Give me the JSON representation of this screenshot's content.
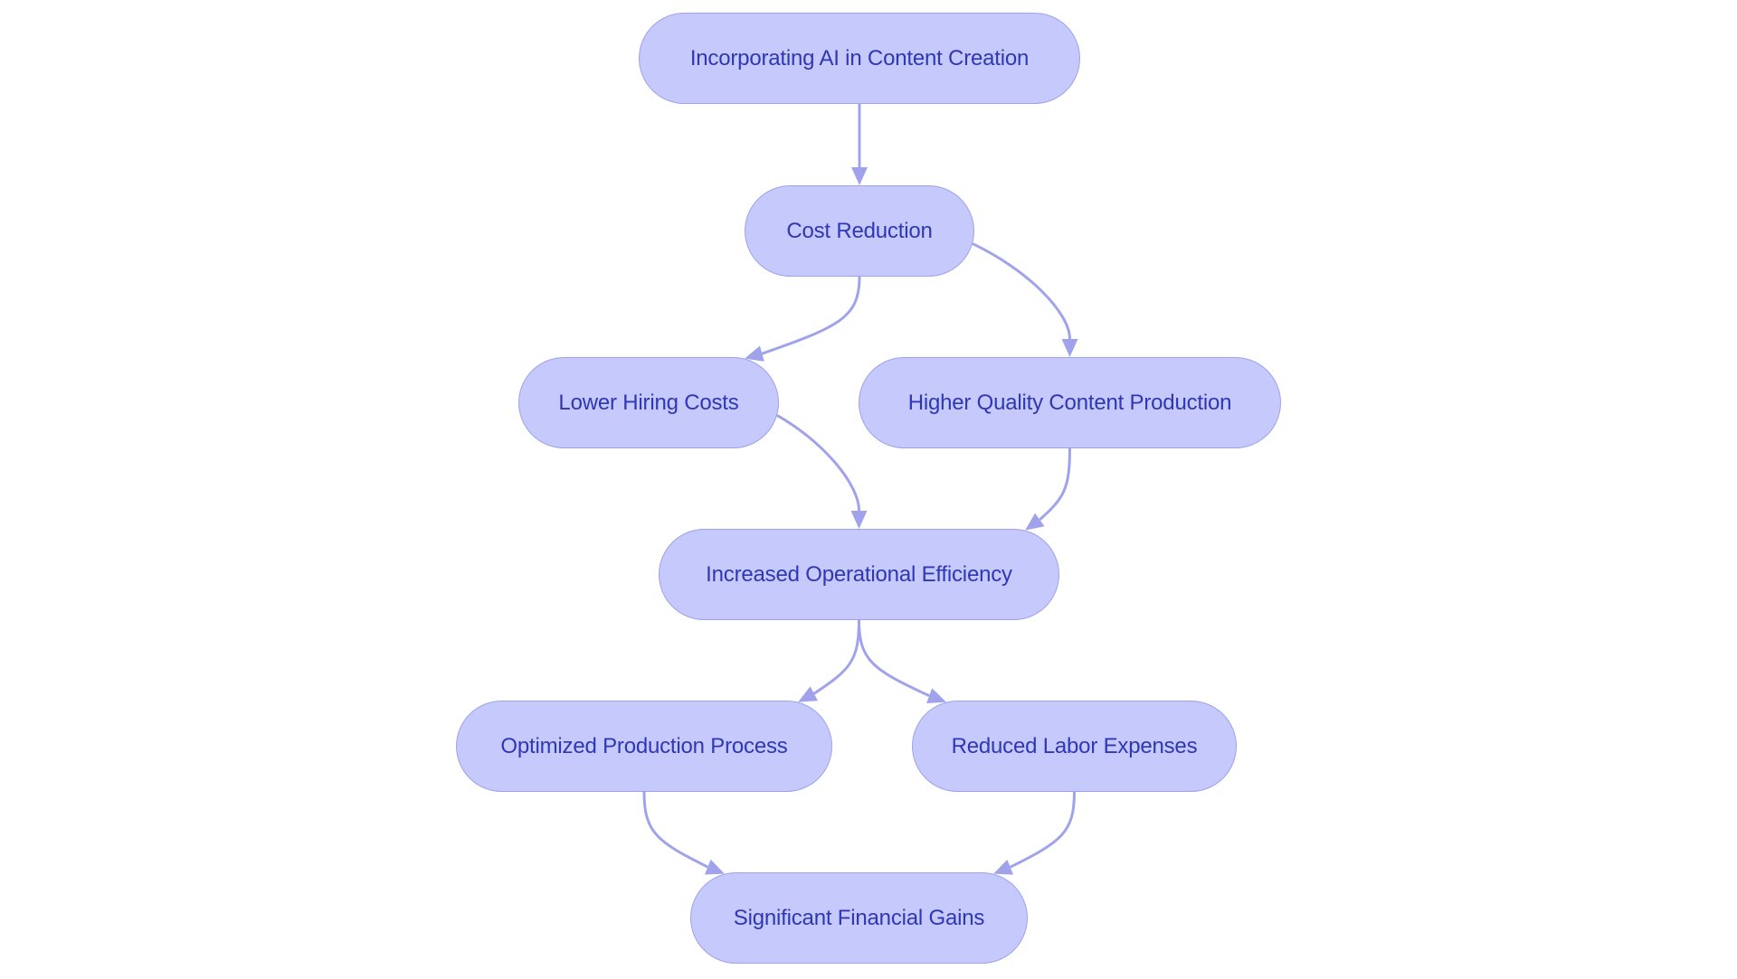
{
  "diagram": {
    "type": "flowchart",
    "direction": "top-to-bottom",
    "colors": {
      "node_fill": "#c6c9fc",
      "node_border": "#9ea2eb",
      "node_text": "#3037b5",
      "edge": "#a0a3ec",
      "background": "#ffffff"
    },
    "nodes": [
      {
        "id": "ai",
        "label": "Incorporating AI in Content Creation"
      },
      {
        "id": "cost",
        "label": "Cost Reduction"
      },
      {
        "id": "hiring",
        "label": "Lower Hiring Costs"
      },
      {
        "id": "quality",
        "label": "Higher Quality Content Production"
      },
      {
        "id": "efficiency",
        "label": "Increased Operational Efficiency"
      },
      {
        "id": "process",
        "label": "Optimized Production Process"
      },
      {
        "id": "labor",
        "label": "Reduced Labor Expenses"
      },
      {
        "id": "gains",
        "label": "Significant Financial Gains"
      }
    ],
    "edges": [
      {
        "from": "ai",
        "to": "cost"
      },
      {
        "from": "cost",
        "to": "hiring"
      },
      {
        "from": "cost",
        "to": "quality"
      },
      {
        "from": "hiring",
        "to": "efficiency"
      },
      {
        "from": "quality",
        "to": "efficiency"
      },
      {
        "from": "efficiency",
        "to": "process"
      },
      {
        "from": "efficiency",
        "to": "labor"
      },
      {
        "from": "process",
        "to": "gains"
      },
      {
        "from": "labor",
        "to": "gains"
      }
    ]
  }
}
